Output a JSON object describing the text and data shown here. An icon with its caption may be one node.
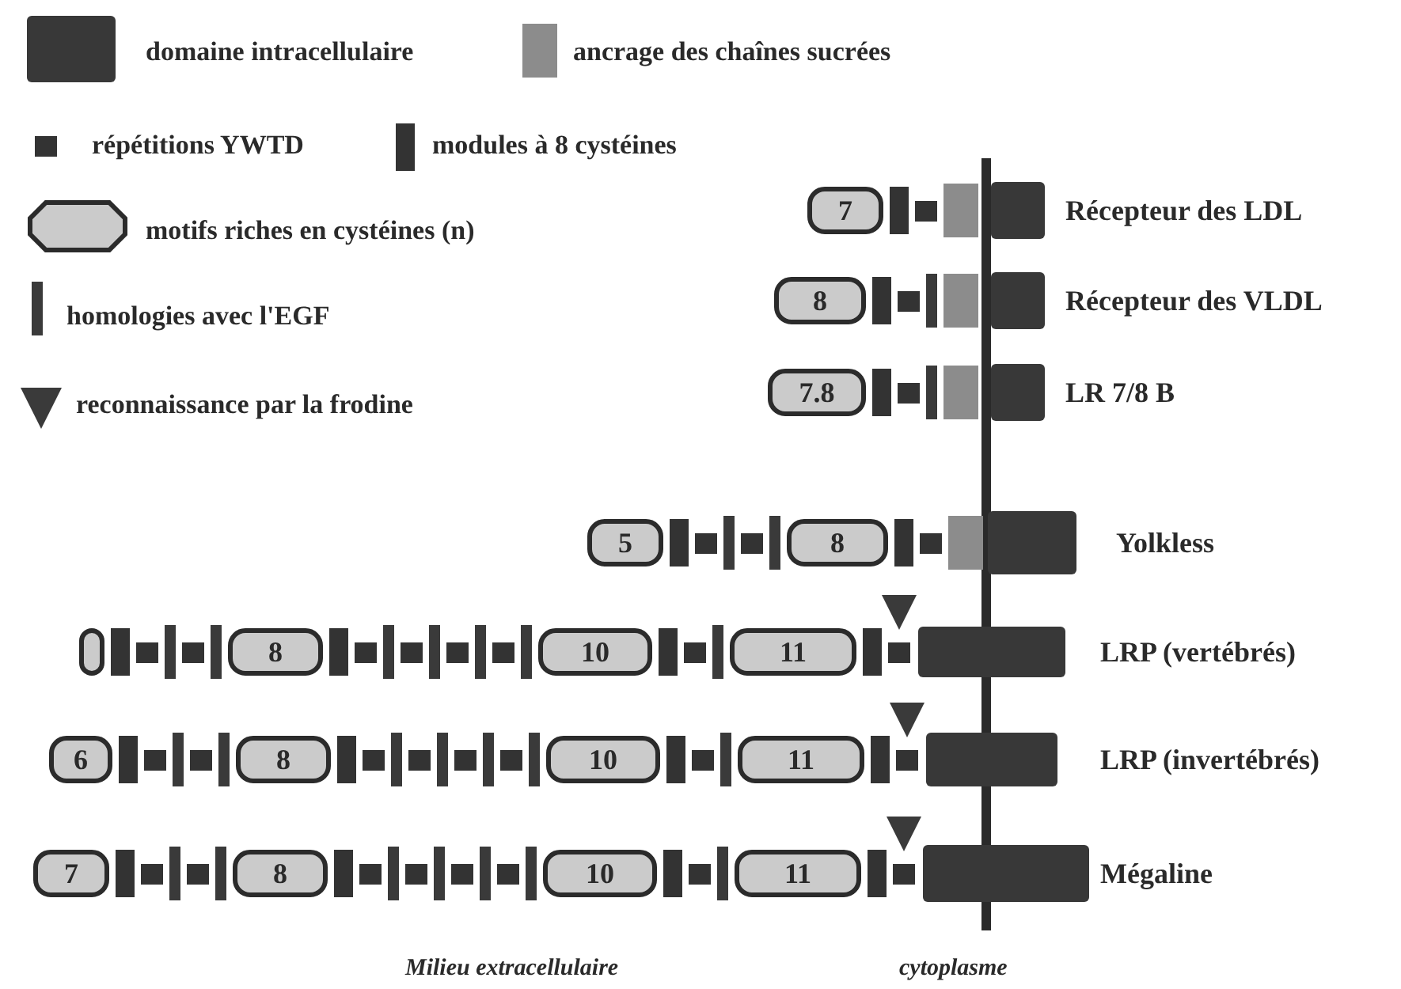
{
  "diagram": {
    "nodes": [
      {
        "text": [
          "7"
        ]
      },
      {
        "text": [
          "8"
        ]
      },
      {
        "text": [
          "7.8"
        ]
      },
      {
        "text": [
          "5"
        ]
      },
      {
        "text": [
          "8"
        ]
      },
      {
        "text": [],
        "shape": "octagon"
      },
      {
        "text": [
          "8"
        ]
      },
      {
        "text": [
          "10"
        ]
      },
      {
        "text": [
          "11"
        ]
      },
      {
        "text": [
          "6"
        ]
      },
      {
        "text": [
          "8"
        ]
      },
      {
        "text": [
          "10"
        ]
      },
      {
        "text": [
          "11"
        ]
      },
      {
        "text": [
          "7"
        ]
      },
      {
        "text": [
          "8"
        ]
      },
      {
        "text": [
          "10"
        ]
      },
      {
        "text": [
          "11"
        ]
      }
    ],
    "labels": [
      "Récepteur des LDL",
      "Récepteur des VLDL",
      "LR 7/8 B",
      "Yolkless",
      "LRP (vertébrés)",
      "LRP (invertébrés)",
      "Mégaline",
      "Milieu extracellulaire",
      "cytoplasme"
    ],
    "legend": [
      {
        "text": "domaine intracellulaire"
      },
      {
        "text": "ancrage des chaînes sucrées"
      },
      {
        "text": "répétitions YWTD"
      },
      {
        "text": "modules à 8 cystéines"
      },
      {
        "text": "motifs riches en cystéines (n)"
      },
      {
        "text": "homologies avec l'EGF"
      },
      {
        "text": "reconnaissance par la frodine"
      }
    ]
  }
}
